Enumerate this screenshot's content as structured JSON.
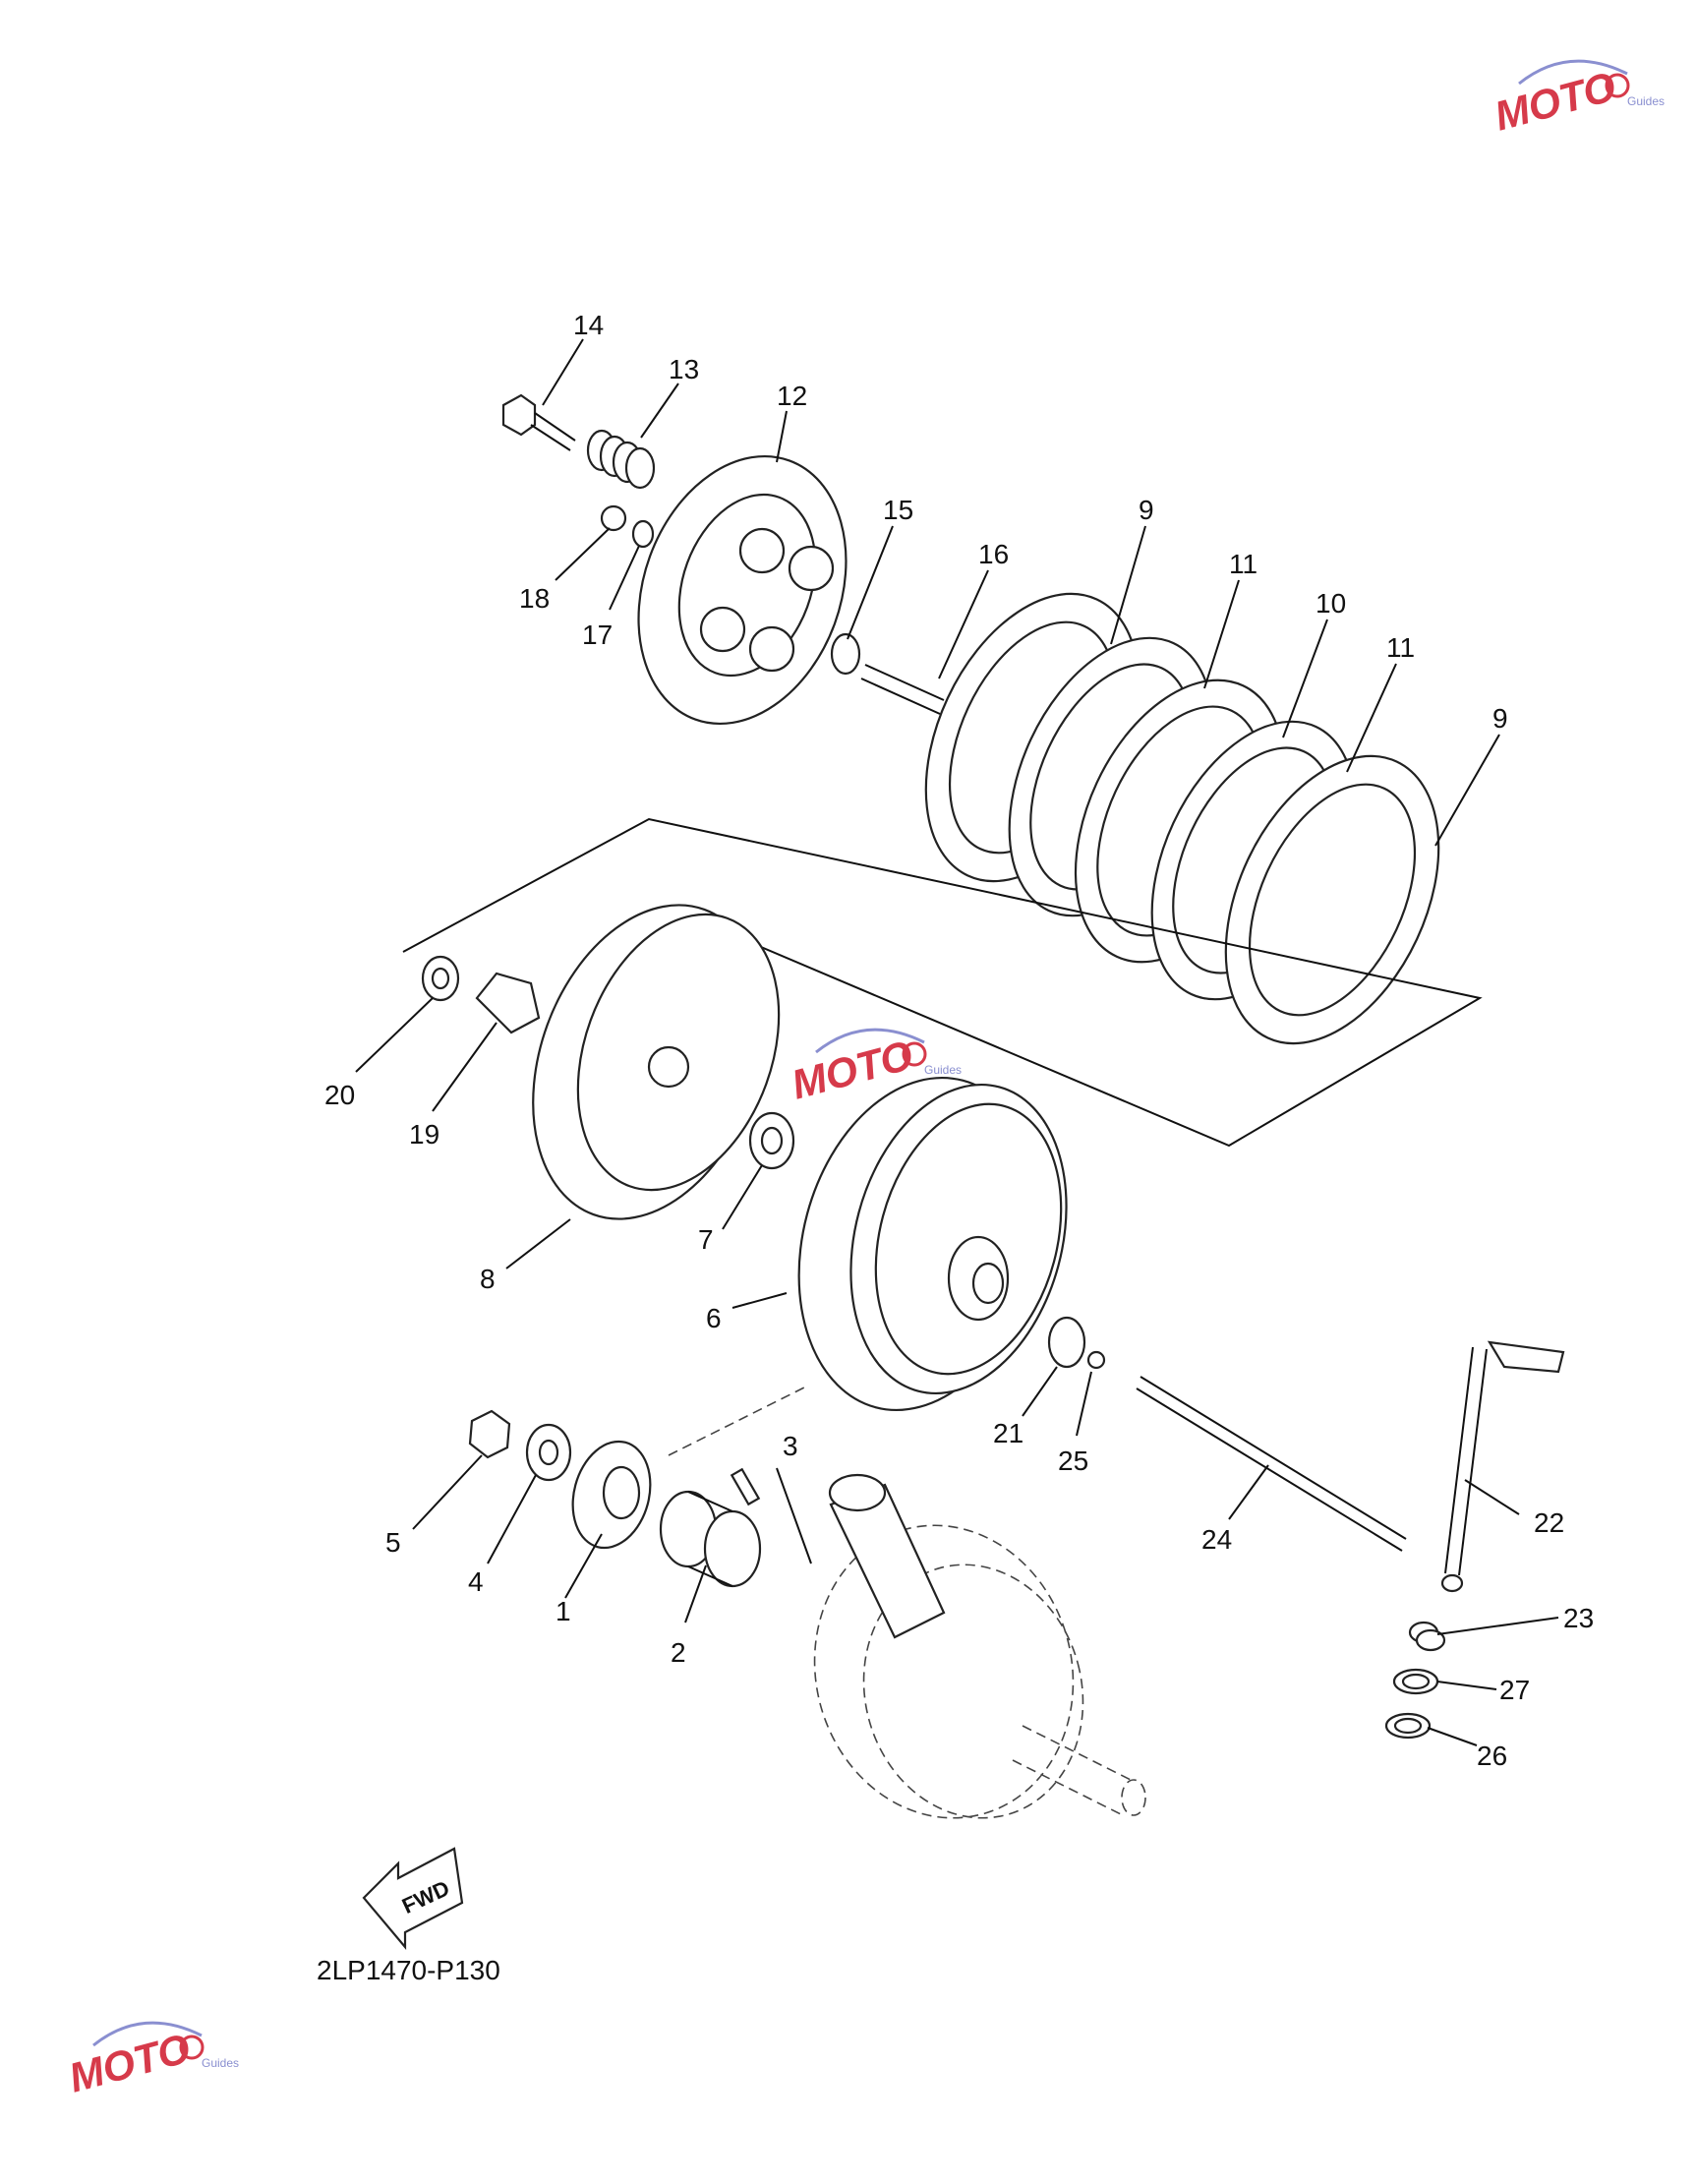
{
  "diagram": {
    "code": "2LP1470-P130",
    "fwd_label": "FWD",
    "callouts": [
      "14",
      "13",
      "12",
      "15",
      "16",
      "9",
      "11",
      "10",
      "11",
      "9",
      "18",
      "17",
      "20",
      "19",
      "8",
      "7",
      "6",
      "21",
      "25",
      "24",
      "22",
      "3",
      "5",
      "4",
      "1",
      "2",
      "23",
      "27",
      "26"
    ]
  },
  "watermarks": [
    {
      "text": "MOTO",
      "sub": "Guides"
    },
    {
      "text": "MOTO",
      "sub": "Guides"
    },
    {
      "text": "MOTO",
      "sub": "Guides"
    }
  ],
  "colors": {
    "line": "#111111",
    "watermark_red": "#d63a4a",
    "watermark_blue": "#8a8fd0"
  }
}
